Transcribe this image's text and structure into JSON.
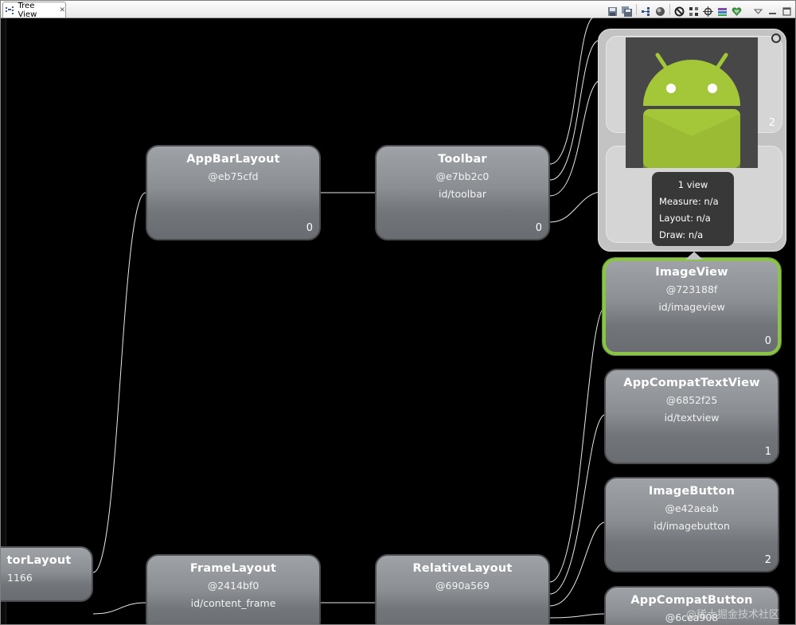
{
  "tab": {
    "title": "Tree View",
    "close": "✕"
  },
  "toolbar": {
    "icons": [
      "save-icon",
      "save-all-icon",
      "tree-icon",
      "sphere-icon",
      "block-icon",
      "hierarchy-icon",
      "crosshair-icon",
      "layers-icon",
      "heart-icon",
      "menu-arrow-icon",
      "minimize-icon",
      "maximize-icon"
    ]
  },
  "nodes": {
    "coord": {
      "name": "torLayout",
      "hash": "1166"
    },
    "appbar": {
      "name": "AppBarLayout",
      "hash": "@eb75cfd",
      "count": "0"
    },
    "toolbar": {
      "name": "Toolbar",
      "hash": "@e7bb2c0",
      "id": "id/toolbar",
      "count": "0"
    },
    "frame": {
      "name": "FrameLayout",
      "hash": "@2414bf0",
      "id": "id/content_frame"
    },
    "relative": {
      "name": "RelativeLayout",
      "hash": "@690a569"
    },
    "imageview": {
      "name": "ImageView",
      "hash": "@723188f",
      "id": "id/imageview",
      "count": "0"
    },
    "textview": {
      "name": "AppCompatTextView",
      "hash": "@6852f25",
      "id": "id/textview",
      "count": "1"
    },
    "imagebutton": {
      "name": "ImageButton",
      "hash": "@e42aeab",
      "id": "id/imagebutton",
      "count": "2"
    },
    "compatbutton": {
      "name": "AppCompatButton",
      "hash": "@6cea908"
    }
  },
  "popup": {
    "ghost_count": "2",
    "stats": {
      "views": "1 view",
      "measure": "Measure: n/a",
      "layout": "Layout: n/a",
      "draw": "Draw: n/a"
    }
  },
  "colors": {
    "selected_border": "#8bc34a",
    "android_green": "#a4c639",
    "canvas": "#000000"
  },
  "watermark": "@稀土掘金技术社区"
}
